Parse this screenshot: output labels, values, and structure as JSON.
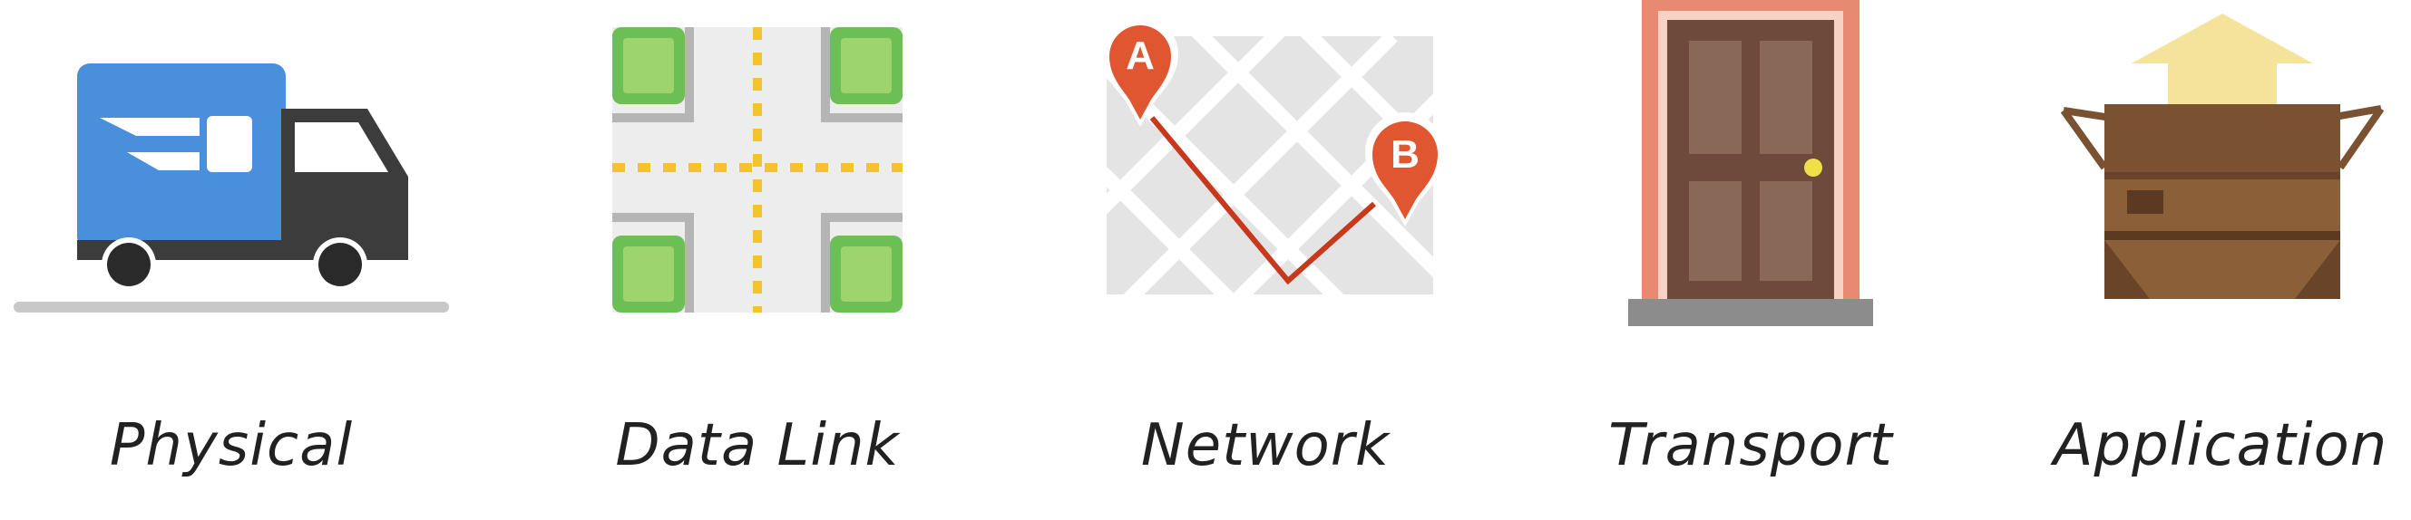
{
  "layers": [
    {
      "label": "Physical",
      "icon": "delivery-truck-icon"
    },
    {
      "label": "Data Link",
      "icon": "intersection-icon"
    },
    {
      "label": "Network",
      "icon": "route-map-icon"
    },
    {
      "label": "Transport",
      "icon": "door-icon"
    },
    {
      "label": "Application",
      "icon": "open-box-icon"
    }
  ],
  "colors": {
    "truck_blue": "#4a8fdb",
    "truck_dark": "#3c3c3c",
    "road_grey": "#c8c8c8",
    "tile_green": "#6cbf55",
    "tile_inner": "#9ed46e",
    "dash_yellow": "#f4c430",
    "pin_red": "#e05630",
    "route_red": "#c8381d",
    "map_grey": "#e4e4e4",
    "door_frame": "#e88a72",
    "door_brown": "#6e4a3c",
    "door_panel": "#8a6858",
    "knob_yellow": "#f0e048",
    "box_brown": "#8b6038",
    "arrow_yellow": "#f5e39c"
  }
}
